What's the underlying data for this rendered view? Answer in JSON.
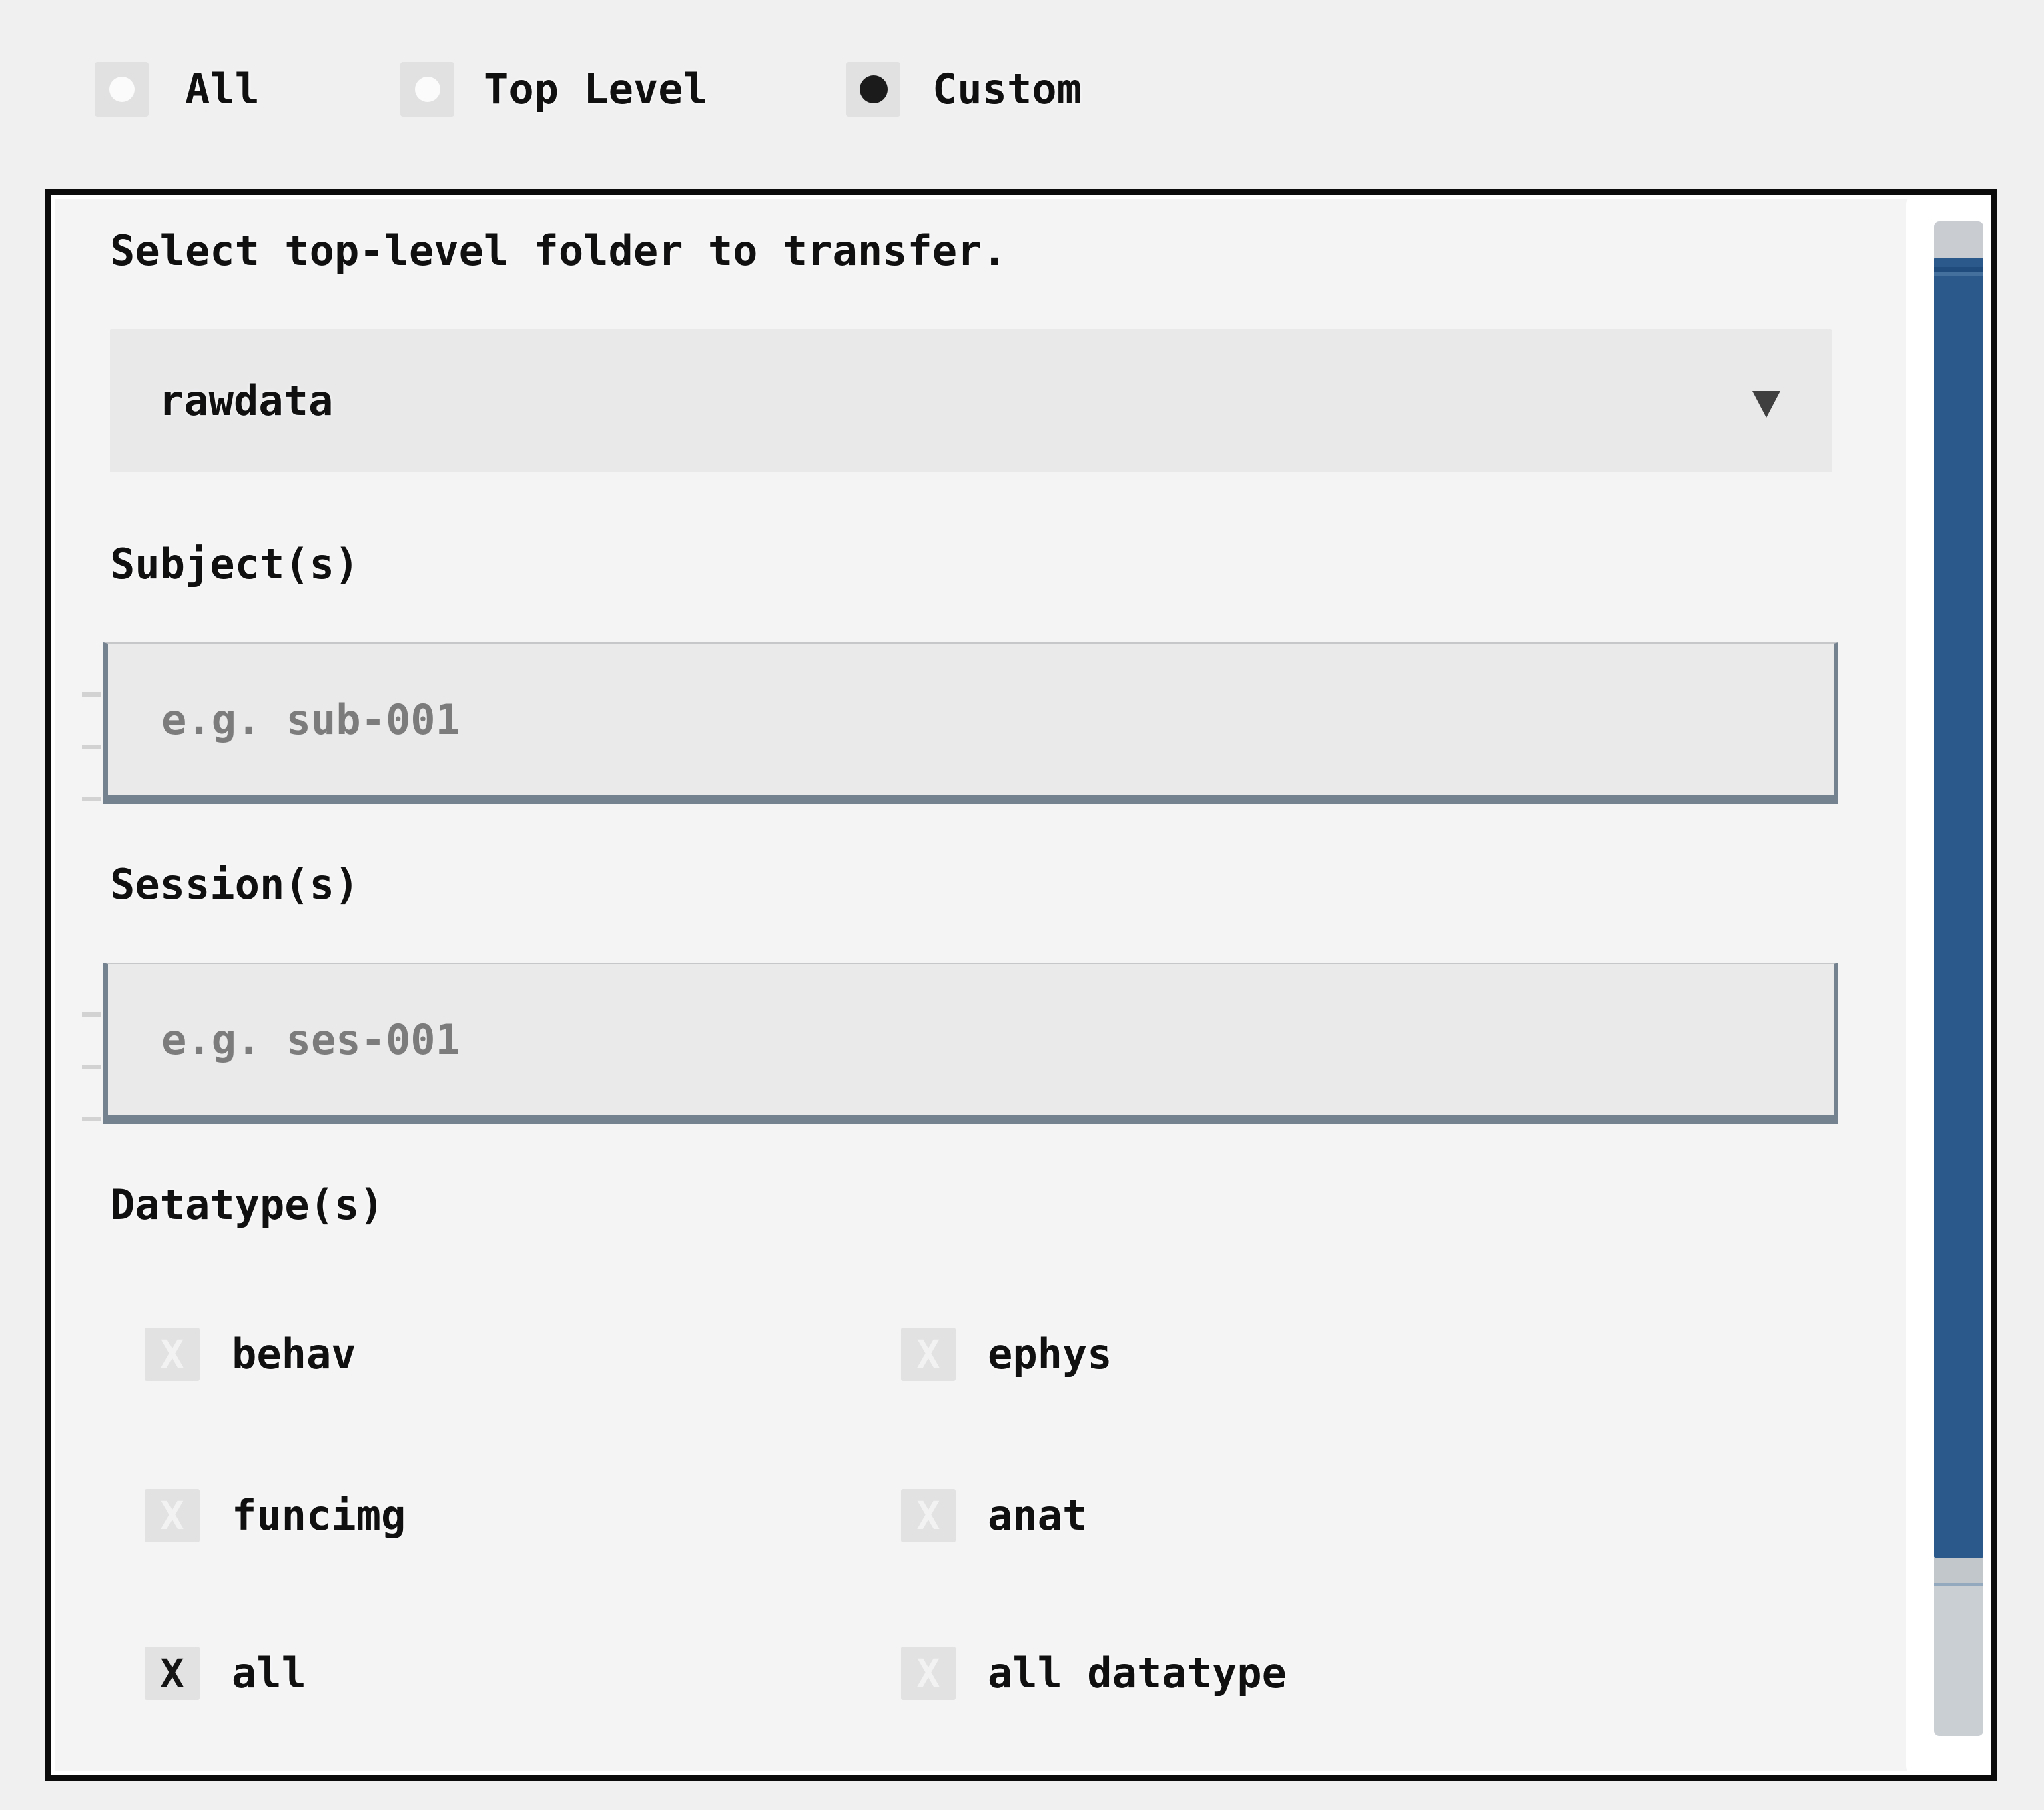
{
  "mode_selector": {
    "options": [
      {
        "label": "All",
        "selected": false
      },
      {
        "label": "Top Level",
        "selected": false
      },
      {
        "label": "Custom",
        "selected": true
      }
    ]
  },
  "panel": {
    "title": "Select top-level folder to transfer.",
    "top_level_folder_select": {
      "value": "rawdata"
    },
    "subjects": {
      "label": "Subject(s)",
      "value": "",
      "placeholder": "e.g. sub-001"
    },
    "sessions": {
      "label": "Session(s)",
      "value": "",
      "placeholder": "e.g. ses-001"
    },
    "datatypes": {
      "label": "Datatype(s)",
      "checkbox_mark": "X",
      "items": [
        {
          "label": "behav",
          "checked": false
        },
        {
          "label": "ephys",
          "checked": false
        },
        {
          "label": "funcimg",
          "checked": false
        },
        {
          "label": "anat",
          "checked": false
        },
        {
          "label": "all",
          "checked": true
        },
        {
          "label": "all datatype",
          "checked": false
        }
      ]
    }
  },
  "icons": {
    "dropdown_caret": "caret-down"
  },
  "colors": {
    "page_bg": "#f0f0f1",
    "panel_bg": "#f4f4f5",
    "panel_border": "#0b0b0b",
    "field_bg": "#e9e9ea",
    "input_border": "#74818e",
    "scrollbar_thumb": "#2b598b",
    "scrollbar_track": "#c9cdd2",
    "text": "#101010",
    "placeholder": "#7c7c7c"
  }
}
